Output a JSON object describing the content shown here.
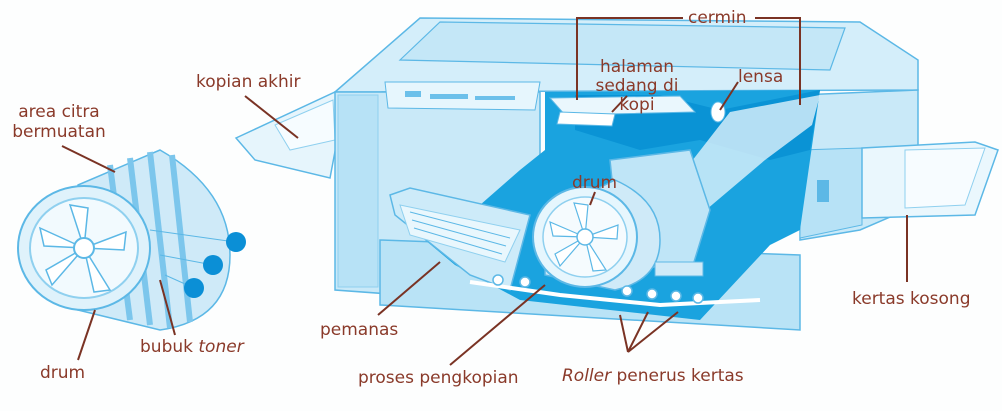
{
  "colors": {
    "label": "#8a3a2a",
    "leader": "#7a3324",
    "machine_light": "#d7eef9",
    "machine_mid": "#a9daf2",
    "machine_edge": "#5cb8e6",
    "cyan": "#1aa3df",
    "toner": "#0b8fd6"
  },
  "labels": {
    "area_citra_1": "area citra",
    "area_citra_2": "bermuatan",
    "drum_left": "drum",
    "bubuk": "bubuk",
    "toner": "toner",
    "kopian_akhir": "kopian akhir",
    "cermin": "cermin",
    "halaman_1": "halaman",
    "halaman_2": "sedang di",
    "halaman_3": "kopi",
    "lensa": "lensa",
    "drum_center": "drum",
    "kertas_kosong": "kertas kosong",
    "pemanas": "pemanas",
    "proses": "proses pengkopian",
    "roller_italic": "Roller",
    "roller_rest": " penerus kertas"
  }
}
